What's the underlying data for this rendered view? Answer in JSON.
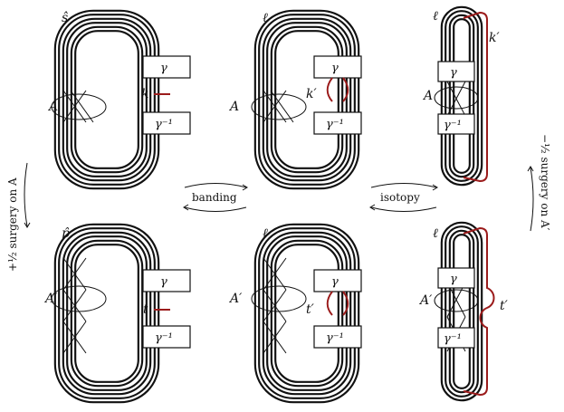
{
  "panels": {
    "top_left": {
      "knot_label": "ŝ",
      "annulus_label": "A",
      "box_top": "γ",
      "box_bottom": "γ⁻¹",
      "arc_label": "k"
    },
    "top_mid": {
      "knot_label": "ℓ",
      "annulus_label": "A",
      "box_top": "γ",
      "box_bottom": "γ⁻¹",
      "arc_label": "k′"
    },
    "top_right": {
      "knot_label": "ℓ",
      "annulus_label": "A",
      "box_top": "γ",
      "box_bottom": "γ⁻¹",
      "arc_label": "k′"
    },
    "bottom_left": {
      "knot_label": "p̂",
      "annulus_label": "A′",
      "box_top": "γ",
      "box_bottom": "γ⁻¹",
      "arc_label": "t"
    },
    "bottom_mid": {
      "knot_label": "ℓ",
      "annulus_label": "A′",
      "box_top": "γ",
      "box_bottom": "γ⁻¹",
      "arc_label": "t′"
    },
    "bottom_right": {
      "knot_label": "ℓ",
      "annulus_label": "A′",
      "box_top": "γ",
      "box_bottom": "γ⁻¹",
      "arc_label": "t′"
    }
  },
  "arrows": {
    "banding": "banding",
    "isotopy": "isotopy",
    "left_side": "+½ surgery on A",
    "right_side": "−½ surgery on A′"
  },
  "colors": {
    "ink": "#111111",
    "arc": "#9b1b1b",
    "background": "#ffffff"
  }
}
